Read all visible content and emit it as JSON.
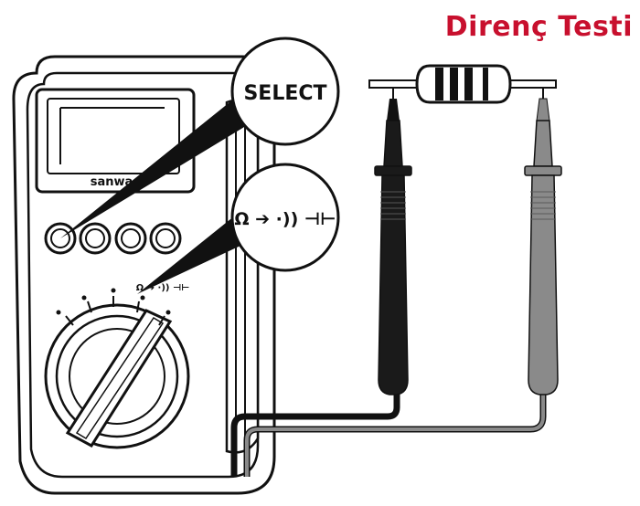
{
  "title": "Direnç Testi",
  "brand": "sanwa",
  "select_label": "SELECT",
  "function_symbols": "Ω ➔ ·)) ⊣⊢",
  "colors": {
    "title": "#c8102e",
    "outline": "#111111",
    "black_probe": "#1a1a1a",
    "gray_probe": "#8a8a8a",
    "watermark": "#f2b8b8"
  }
}
